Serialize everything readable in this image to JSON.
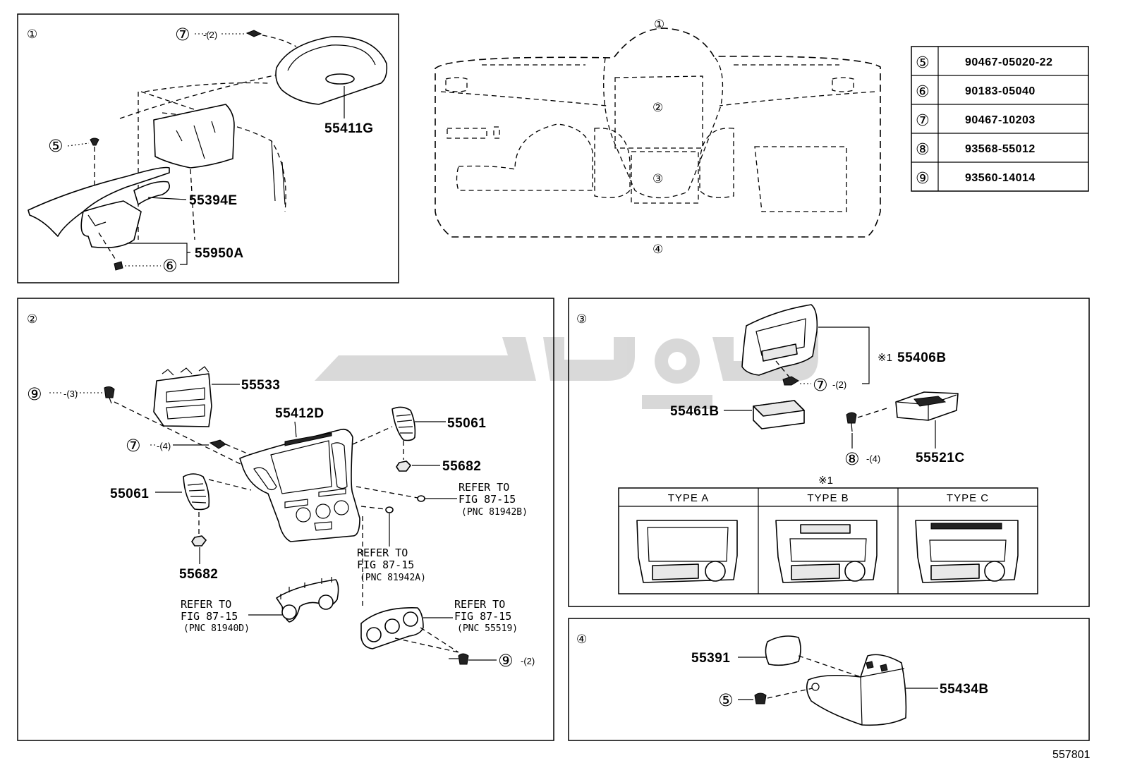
{
  "panels": {
    "p1": "①",
    "p2": "②",
    "p3": "③",
    "p4": "④"
  },
  "overview_markers": {
    "top": "①",
    "upper_center": "②",
    "lower_center": "③",
    "bottom": "④"
  },
  "fastener_table": [
    {
      "circle": "⑤",
      "part_no": "90467-05020-22"
    },
    {
      "circle": "⑥",
      "part_no": "90183-05040"
    },
    {
      "circle": "⑦",
      "part_no": "90467-10203"
    },
    {
      "circle": "⑧",
      "part_no": "93568-55012"
    },
    {
      "circle": "⑨",
      "part_no": "93560-14014"
    }
  ],
  "panel1": {
    "c7": "⑦",
    "q7": "-(2)",
    "c5": "⑤",
    "c6": "⑥",
    "pnc_55411G": "55411G",
    "pnc_55394E": "55394E",
    "pnc_55950A": "55950A"
  },
  "panel2": {
    "c9a": "⑨",
    "q9a": "-(3)",
    "c7": "⑦",
    "q7": "-(4)",
    "c9b": "⑨",
    "q9b": "-(2)",
    "pnc_55533": "55533",
    "pnc_55412D": "55412D",
    "pnc_55061_right": "55061",
    "pnc_55682_right": "55682",
    "pnc_55061_left": "55061",
    "pnc_55682_left": "55682",
    "ref_a": {
      "l1": "REFER TO",
      "l2": "FIG 87-15",
      "l3": "(PNC 81942B)"
    },
    "ref_b": {
      "l1": "REFER TO",
      "l2": "FIG 87-15",
      "l3": "(PNC 81942A)"
    },
    "ref_c": {
      "l1": "REFER TO",
      "l2": "FIG 87-15",
      "l3": "(PNC 81940D)"
    },
    "ref_d": {
      "l1": "REFER TO",
      "l2": "FIG 87-15",
      "l3": "(PNC 55519)"
    }
  },
  "panel3": {
    "note_mark": "※1",
    "pnc_55406B": "55406B",
    "c7": "⑦",
    "q7": "-(2)",
    "pnc_55461B": "55461B",
    "c8": "⑧",
    "q8": "-(4)",
    "pnc_55521C": "55521C",
    "types_mark": "※1",
    "types": [
      "TYPE A",
      "TYPE B",
      "TYPE C"
    ]
  },
  "panel4": {
    "pnc_55391": "55391",
    "c5": "⑤",
    "pnc_55434B": "55434B"
  },
  "figure_number": "557801"
}
